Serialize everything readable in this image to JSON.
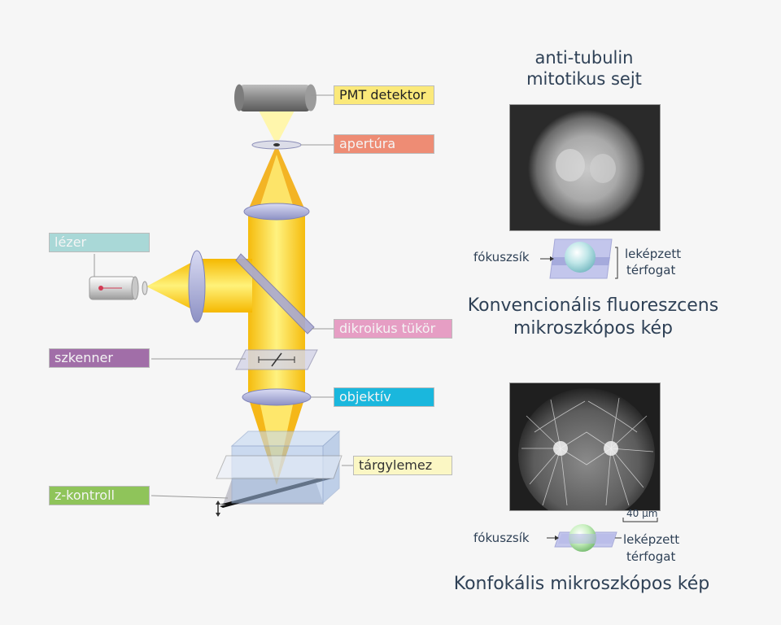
{
  "labels": {
    "pmt": "PMT  detektor",
    "aperture": "apertúra",
    "laser": "lézer",
    "dichroic": "dikroikus  tükör",
    "scanner": "szkenner",
    "objective": "objektív",
    "slide": "tárgylemez",
    "zcontrol": "z-kontroll"
  },
  "colors": {
    "pmt": "#fbe97a",
    "aperture": "#ee8c74",
    "laser": "#a9d8d7",
    "dichroic": "#e69ec4",
    "scanner": "#a16ea8",
    "objective": "#1ab7dd",
    "slide": "#fbf7c4",
    "zcontrol": "#8fc45a",
    "beam": "#f7c400",
    "beam_light": "#fff29a"
  },
  "right": {
    "title_line1": "anti-tubulin",
    "title_line2": "mitotikus  sejt",
    "conv_focal": "fókuszsík",
    "conv_imaged1": "leképzett",
    "conv_imaged2": "térfogat",
    "conv_caption1": "Konvencionális  fluoreszcens",
    "conv_caption2": "mikroszkópos  kép",
    "scale": "40  µm",
    "conf_focal": "fókuszsík",
    "conf_imaged1": "leképzett",
    "conf_imaged2": "térfogat",
    "conf_caption": "Konfokális  mikroszkópos  kép"
  }
}
